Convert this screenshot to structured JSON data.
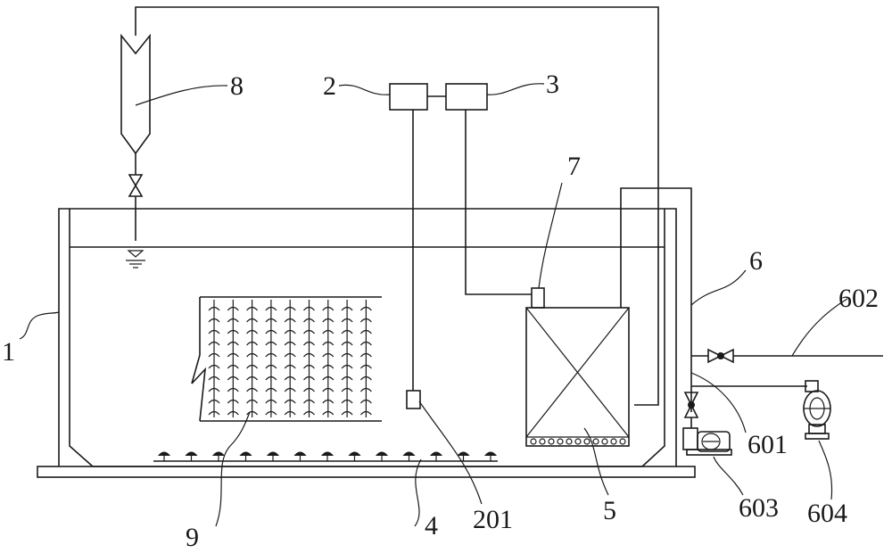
{
  "labels": {
    "l1": "1",
    "l2": "2",
    "l3": "3",
    "l4": "4",
    "l5": "5",
    "l6": "6",
    "l7": "7",
    "l8": "8",
    "l9": "9",
    "l201": "201",
    "l601": "601",
    "l602": "602",
    "l603": "603",
    "l604": "604"
  },
  "colors": {
    "line": "#1a1a1a",
    "background": "#ffffff"
  }
}
